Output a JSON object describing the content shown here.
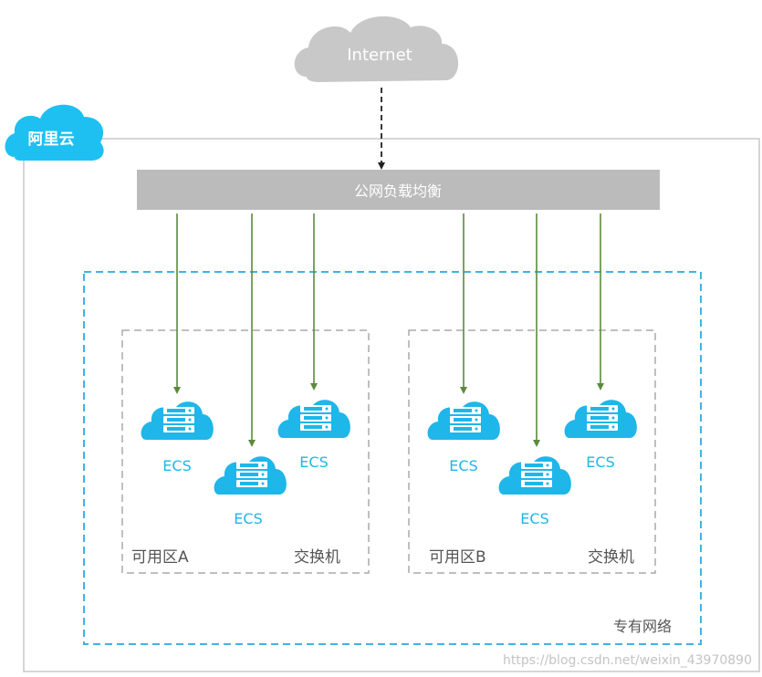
{
  "internet": {
    "label": "Internet"
  },
  "cloud_provider": {
    "label": "阿里云"
  },
  "load_balancer": {
    "label": "公网负载均衡"
  },
  "vpc": {
    "label": "专有网络"
  },
  "zones": [
    {
      "zone_label": "可用区A",
      "switch_label": "交换机",
      "servers": [
        {
          "label": "ECS"
        },
        {
          "label": "ECS"
        },
        {
          "label": "ECS"
        }
      ]
    },
    {
      "zone_label": "可用区B",
      "switch_label": "交换机",
      "servers": [
        {
          "label": "ECS"
        },
        {
          "label": "ECS"
        },
        {
          "label": "ECS"
        }
      ]
    }
  ],
  "watermark": "https://blog.csdn.net/weixin_43970890",
  "colors": {
    "internet_cloud": "#c8c8c8",
    "aliyun_cloud": "#1ec0f2",
    "load_balancer_bar": "#bbbbbb",
    "vpc_border": "#3fb3e8",
    "zone_border": "#aaaaaa",
    "outer_border": "#c8c8c8",
    "arrow": "#5c8a3c",
    "ecs": "#1fb6ea"
  },
  "icons": {
    "server": "server-cloud-icon",
    "cloud": "cloud-icon"
  }
}
